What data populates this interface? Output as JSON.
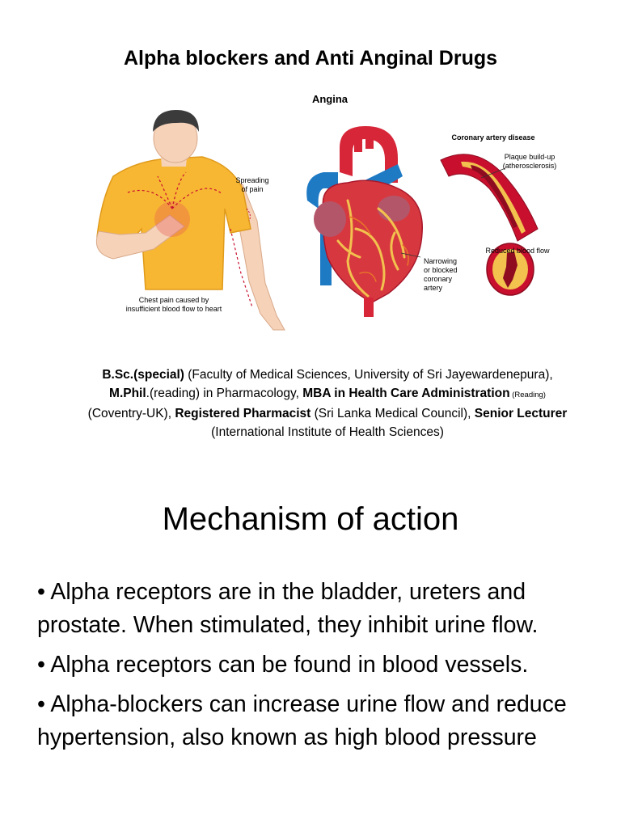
{
  "title": "Alpha blockers and Anti Anginal Drugs",
  "illustration": {
    "heading": "Angina",
    "person": {
      "spreading_label_1": "Spreading",
      "spreading_label_2": "of pain",
      "caption_1": "Chest pain caused by",
      "caption_2": "insufficient blood flow to heart"
    },
    "heart": {
      "label_1": "Narrowing",
      "label_2": "or blocked",
      "label_3": "coronary",
      "label_4": "artery"
    },
    "artery": {
      "heading": "Coronary artery disease",
      "plaque_1": "Plaque build-up",
      "plaque_2": "(atherosclerosis)",
      "reduced": "Reduced blood flow"
    }
  },
  "credits": {
    "bsc": "B.Sc.(special)",
    "bsc_detail": " (Faculty of Medical Sciences, University of Sri Jayewardenepura),",
    "mphil": "M.Phil",
    "mphil_detail": ".(reading) in Pharmacology, ",
    "mba": "MBA in Health Care Administration",
    "mba_note": " (Reading)",
    "mba_detail": "(Coventry-UK), ",
    "pharmacist": "Registered Pharmacist",
    "pharmacist_detail": " (Sri Lanka Medical Council), ",
    "lecturer": "Senior Lecturer",
    "lecturer_detail": "(International Institute of Health Sciences)"
  },
  "section_title": "Mechanism of action",
  "bullets": [
    "• Alpha receptors are in the bladder, ureters and prostate. When stimulated, they inhibit urine flow.",
    "• Alpha receptors can be found in blood vessels.",
    "• Alpha-blockers can increase urine flow and reduce hypertension, also known as high blood pressure"
  ],
  "colors": {
    "shirt": "#f7b733",
    "artery_red": "#c8102e",
    "vein_blue": "#1f7ac4",
    "plaque": "#f2c14e"
  }
}
